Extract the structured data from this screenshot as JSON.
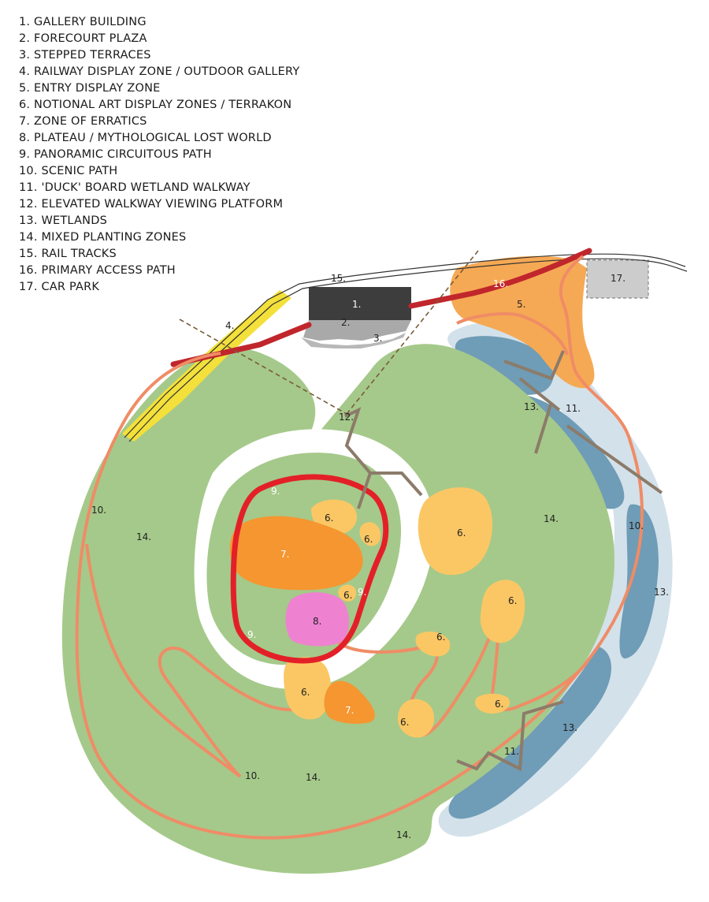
{
  "legend": [
    "1. GALLERY BUILDING",
    "2. FORECOURT PLAZA",
    "3. STEPPED TERRACES",
    "4. RAILWAY DISPLAY ZONE / OUTDOOR GALLERY",
    "5. ENTRY DISPLAY ZONE",
    "6. NOTIONAL ART DISPLAY ZONES / TERRAKON",
    "7. ZONE OF ERRATICS",
    "8. PLATEAU / MYTHOLOGICAL LOST WORLD",
    "9. PANORAMIC CIRCUITOUS PATH",
    "10. SCENIC PATH",
    "11. 'DUCK' BOARD WETLAND WALKWAY",
    "12. ELEVATED WALKWAY VIEWING PLATFORM",
    "13. WETLANDS",
    "14. MIXED PLANTING ZONES",
    "15. RAIL TRACKS",
    "16. PRIMARY ACCESS PATH",
    "17. CAR PARK"
  ],
  "map_labels": {
    "gallery": "1.",
    "forecourt": "2.",
    "terraces": "3.",
    "railway_zone": "4.",
    "entry_zone": "5.",
    "art_zone": "6.",
    "erratics": "7.",
    "plateau": "8.",
    "circuitous_path": "9.",
    "scenic_path": "10.",
    "duckboard": "11.",
    "elevated_walkway": "12.",
    "wetlands": "13.",
    "planting": "14.",
    "rail_tracks": "15.",
    "access_path": "16.",
    "car_park": "17."
  },
  "colors": {
    "planting": "#a5c98a",
    "wetland_light": "#d3e1ea",
    "wetland_water": "#6f9cb6",
    "railway_zone": "#f3e03a",
    "entry_zone": "#f6a954",
    "art_zone": "#fbc764",
    "erratics": "#f59631",
    "plateau": "#ee82d0",
    "circuit_path": "#e32028",
    "scenic_path": "#ef8c66",
    "access_path": "#c0262c",
    "walkway": "#8c7b6a",
    "building": "#3d3d3d",
    "car_park": "#cccccc"
  }
}
